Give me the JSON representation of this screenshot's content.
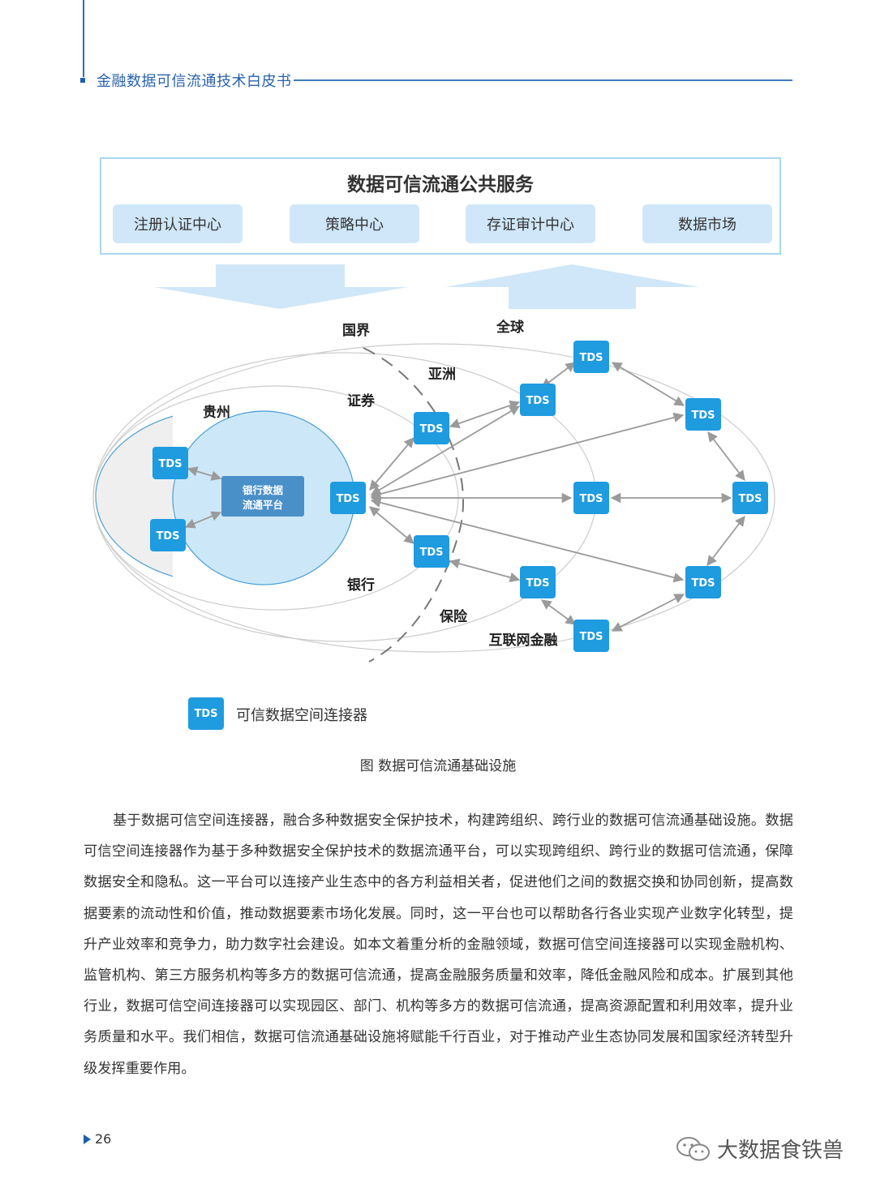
{
  "header": {
    "title": "金融数据可信流通技术白皮书"
  },
  "public_service": {
    "title": "数据可信流通公共服务",
    "items": [
      "注册认证中心",
      "策略中心",
      "存证审计中心",
      "数据市场"
    ]
  },
  "diagram": {
    "center_node": {
      "line1": "银行数据",
      "line2": "流通平台"
    },
    "node_label": "TDS",
    "region_labels": {
      "guojie": "国界",
      "quanqiu": "全球",
      "yazhou": "亚洲",
      "zhengquan": "证券",
      "guizhou": "贵州",
      "yinhang": "银行",
      "baoxian": "保险",
      "hulianwang": "互联网金融"
    }
  },
  "legend": {
    "chip": "TDS",
    "label": "可信数据空间连接器"
  },
  "caption": "图 数据可信流通基础设施",
  "body": "基于数据可信空间连接器，融合多种数据安全保护技术，构建跨组织、跨行业的数据可信流通基础设施。数据可信空间连接器作为基于多种数据安全保护技术的数据流通平台，可以实现跨组织、跨行业的数据可信流通，保障数据安全和隐私。这一平台可以连接产业生态中的各方利益相关者，促进他们之间的数据交换和协同创新，提高数据要素的流动性和价值，推动数据要素市场化发展。同时，这一平台也可以帮助各行各业实现产业数字化转型，提升产业效率和竞争力，助力数字社会建设。如本文着重分析的金融领域，数据可信空间连接器可以实现金融机构、监管机构、第三方服务机构等多方的数据可信流通，提高金融服务质量和效率，降低金融风险和成本。扩展到其他行业，数据可信空间连接器可以实现园区、部门、机构等多方的数据可信流通，提高资源配置和利用效率，提升业务质量和水平。我们相信，数据可信流通基础设施将赋能千行百业，对于推动产业生态协同发展和国家经济转型升级发挥重要作用。",
  "footer": {
    "page": "26",
    "watermark": "大数据食铁兽"
  },
  "colors": {
    "accent": "#2a63ad",
    "tds": "#1f9be0",
    "bubble": "#cce8f8",
    "center": "#4a90c8"
  }
}
